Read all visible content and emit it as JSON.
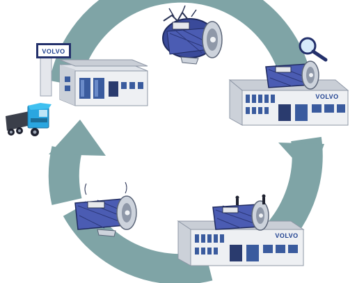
{
  "diagram": {
    "brand_sign": "VOLVO",
    "brand_facility_right": "VOLVO",
    "brand_facility_bottom": "VOLVO",
    "colors": {
      "cycle": "#7fa4a6",
      "cycle_dark": "#6a9193",
      "navy": "#23306b",
      "brand_blue": "#1d3f8f",
      "truck_cab": "#2aa6e0",
      "building_wall": "#e6e9ee",
      "window": "#3a5b9e"
    },
    "icons": [
      "dealer-sign-icon",
      "truck-icon",
      "damaged-gearbox-icon",
      "magnifier-icon",
      "remanufactured-gearbox-icon"
    ]
  }
}
